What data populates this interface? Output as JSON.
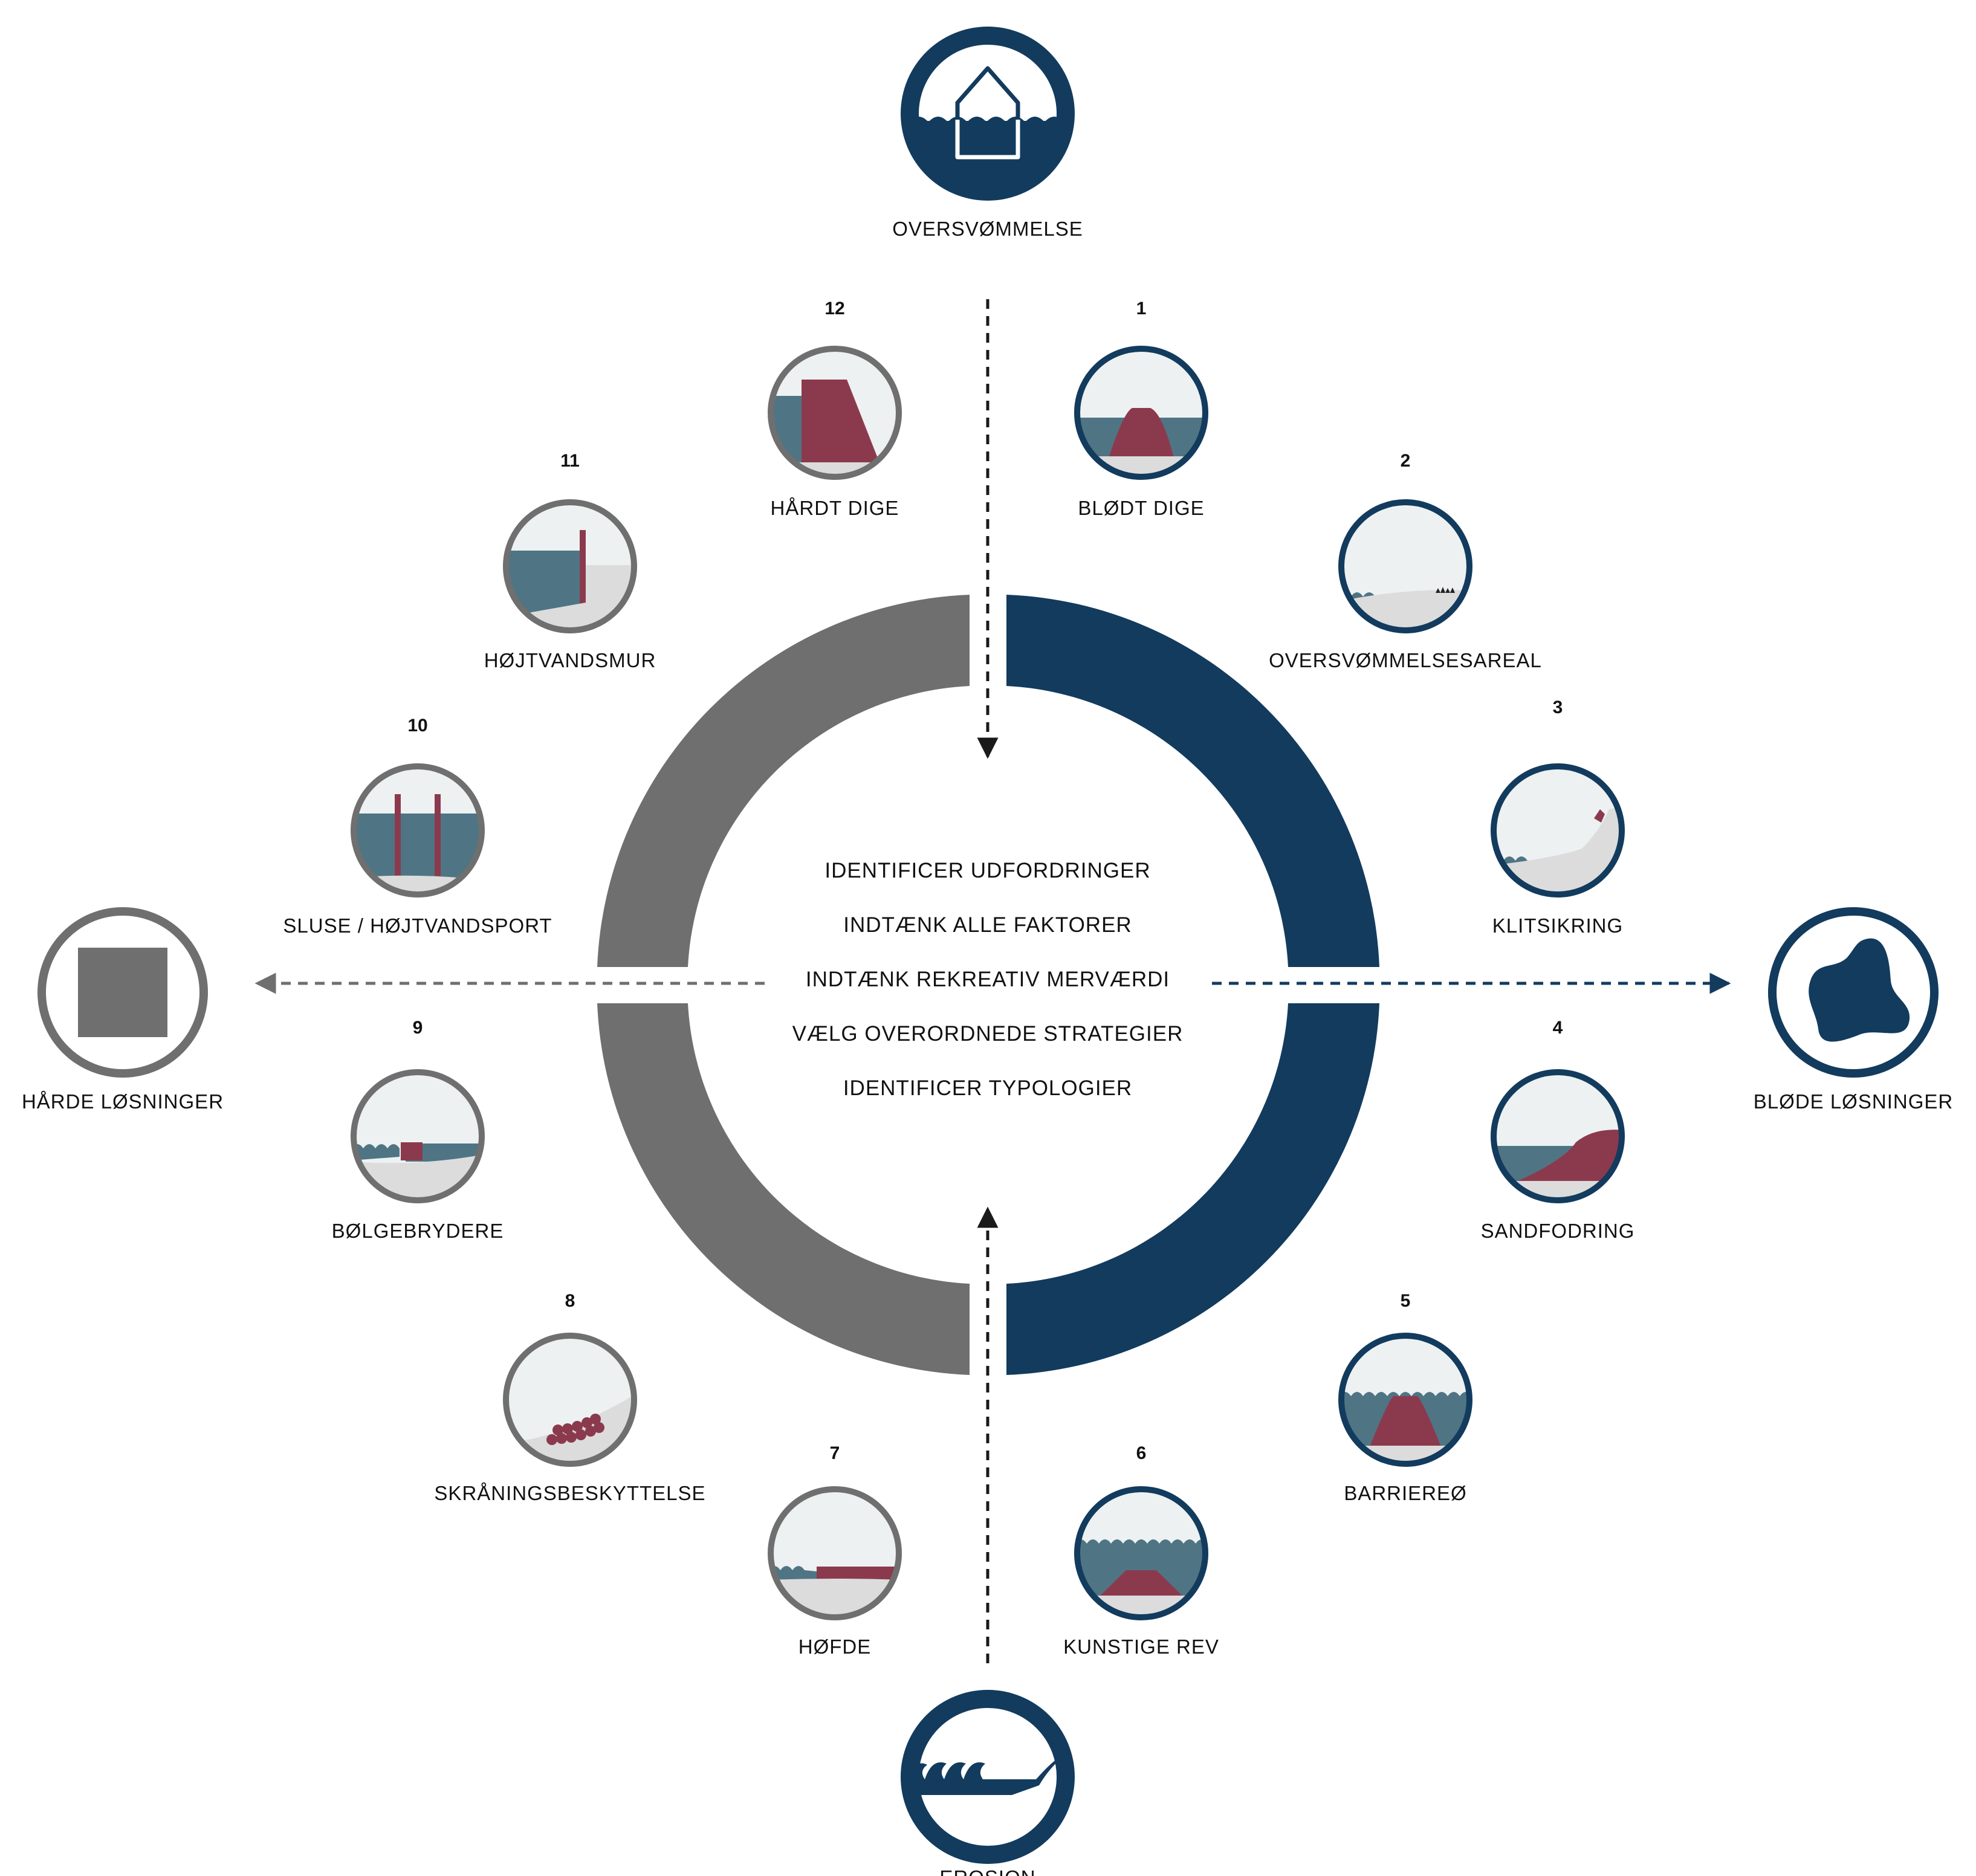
{
  "colors": {
    "navy": "#123b5e",
    "grey": "#6f6f6f",
    "ring_grey_border": "#6a6a6a",
    "sky": "#edf1f2",
    "water": "#4f7584",
    "red": "#8b3a4e",
    "ground": "#dcdcdc",
    "text": "#111111"
  },
  "top_node": {
    "label": "OVERSVØMMELSE",
    "icon": "house-flood-icon"
  },
  "bottom_node": {
    "label": "EROSION",
    "icon": "wave-erosion-icon"
  },
  "left_node": {
    "label": "HÅRDE LØSNINGER",
    "icon": "square-icon"
  },
  "right_node": {
    "label": "BLØDE LØSNINGER",
    "icon": "blob-icon"
  },
  "center_steps": [
    "IDENTIFICER UDFORDRINGER",
    "INDTÆNK ALLE FAKTORER",
    "INDTÆNK REKREATIV MERVÆRDI",
    "VÆLG OVERORDNEDE STRATEGIER",
    "IDENTIFICER TYPOLOGIER"
  ],
  "typologies": [
    {
      "number": "1",
      "label": "BLØDT DIGE",
      "group": "soft",
      "icon": "soft-dike-icon"
    },
    {
      "number": "2",
      "label": "OVERSVØMMELSESAREAL",
      "group": "soft",
      "icon": "flood-area-icon"
    },
    {
      "number": "3",
      "label": "KLITSIKRING",
      "group": "soft",
      "icon": "dune-protection-icon"
    },
    {
      "number": "4",
      "label": "SANDFODRING",
      "group": "soft",
      "icon": "sand-nourishment-icon"
    },
    {
      "number": "5",
      "label": "BARRIEREØ",
      "group": "soft",
      "icon": "barrier-island-icon"
    },
    {
      "number": "6",
      "label": "KUNSTIGE REV",
      "group": "soft",
      "icon": "artificial-reef-icon"
    },
    {
      "number": "7",
      "label": "HØFDE",
      "group": "hard",
      "icon": "groyne-icon"
    },
    {
      "number": "8",
      "label": "SKRÅNINGSBESKYTTELSE",
      "group": "hard",
      "icon": "slope-protection-icon"
    },
    {
      "number": "9",
      "label": "BØLGEBRYDERE",
      "group": "hard",
      "icon": "breakwater-icon"
    },
    {
      "number": "10",
      "label": "SLUSE / HØJTVANDSPORT",
      "group": "hard",
      "icon": "sluice-gate-icon"
    },
    {
      "number": "11",
      "label": "HØJTVANDSMUR",
      "group": "hard",
      "icon": "floodwall-icon"
    },
    {
      "number": "12",
      "label": "HÅRDT DIGE",
      "group": "hard",
      "icon": "hard-dike-icon"
    }
  ]
}
